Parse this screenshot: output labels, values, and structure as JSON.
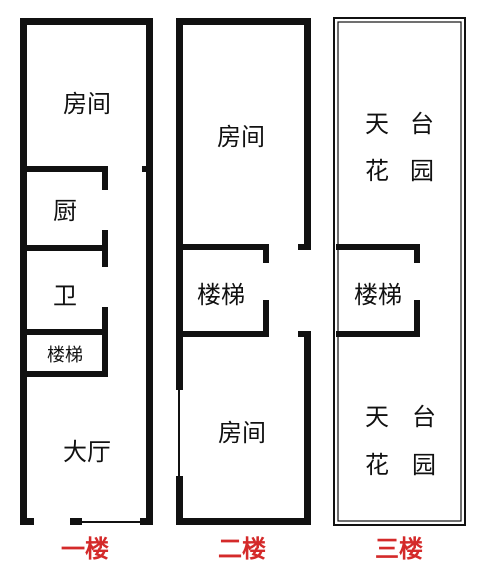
{
  "colors": {
    "wall": "#111111",
    "floor_label": "#d42a2a",
    "background": "#ffffff"
  },
  "floor1": {
    "label": "一楼",
    "rooms": {
      "room": "房间",
      "kitchen": "厨",
      "bathroom": "卫",
      "stairs": "楼梯",
      "hall": "大厅"
    }
  },
  "floor2": {
    "label": "二楼",
    "rooms": {
      "room_top": "房间",
      "stairs": "楼梯",
      "room_bottom": "房间"
    }
  },
  "floor3": {
    "label": "三楼",
    "rooms": {
      "garden_top_1": "天",
      "garden_top_2": "台",
      "garden_top_3": "花",
      "garden_top_4": "园",
      "stairs": "楼梯",
      "garden_bottom_1": "天",
      "garden_bottom_2": "台",
      "garden_bottom_3": "花",
      "garden_bottom_4": "园"
    }
  }
}
